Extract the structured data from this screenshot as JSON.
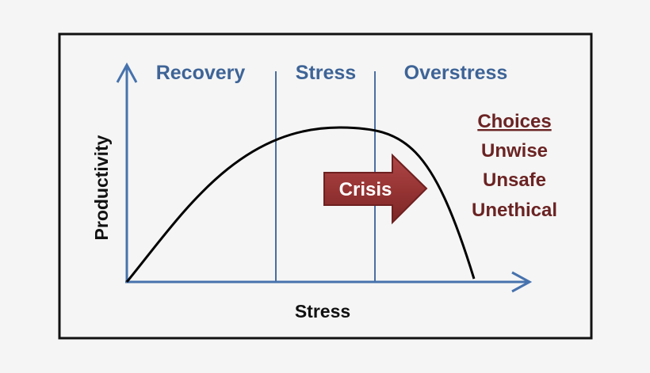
{
  "zones": [
    "Recovery",
    "Stress",
    "Overstress"
  ],
  "axes": {
    "y_label": "Productivity",
    "x_label": "Stress"
  },
  "crisis_label": "Crisis",
  "choices": {
    "heading": "Choices",
    "items": [
      "Unwise",
      "Unsafe",
      "Unethical"
    ]
  },
  "colors": {
    "zone_text": "#3e6497",
    "axis_arrow": "#4672ad",
    "divider": "#4a6f9e",
    "curve": "#000000",
    "choices_text": "#6b2323",
    "crisis_fill": "#973434",
    "crisis_stroke": "#6e2020",
    "border": "#111111"
  }
}
